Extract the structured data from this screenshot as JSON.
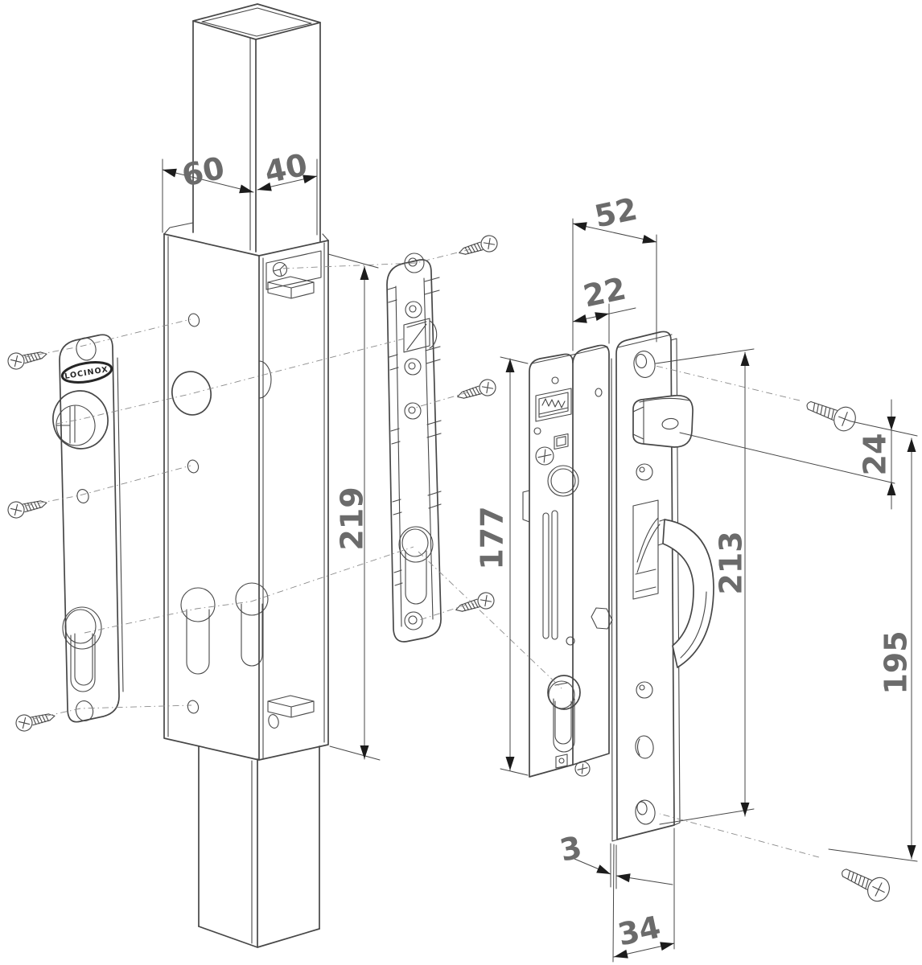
{
  "diagram": {
    "kind": "exploded isometric installation drawing",
    "subject": "insert gate lock with weld-in box, cover plate, gasket, faceplate and hook bolt"
  },
  "brand": {
    "logo_text": "LOCINOX"
  },
  "dimensions": {
    "housing_depth": "60",
    "post_width": "40",
    "box_height": "219",
    "lock_depth": "52",
    "case_thickness": "22",
    "case_height": "177",
    "keep_offset": "24",
    "plate_hole_spacing": "213",
    "screw_spacing": "195",
    "plate_thickness": "3",
    "plate_width": "34"
  },
  "colors": {
    "artwork_line": "#474747",
    "dimension_text": "#6b6b6b",
    "arrowhead": "#1c1c1c",
    "leader_line": "#8a8a8a",
    "background": "#ffffff"
  }
}
